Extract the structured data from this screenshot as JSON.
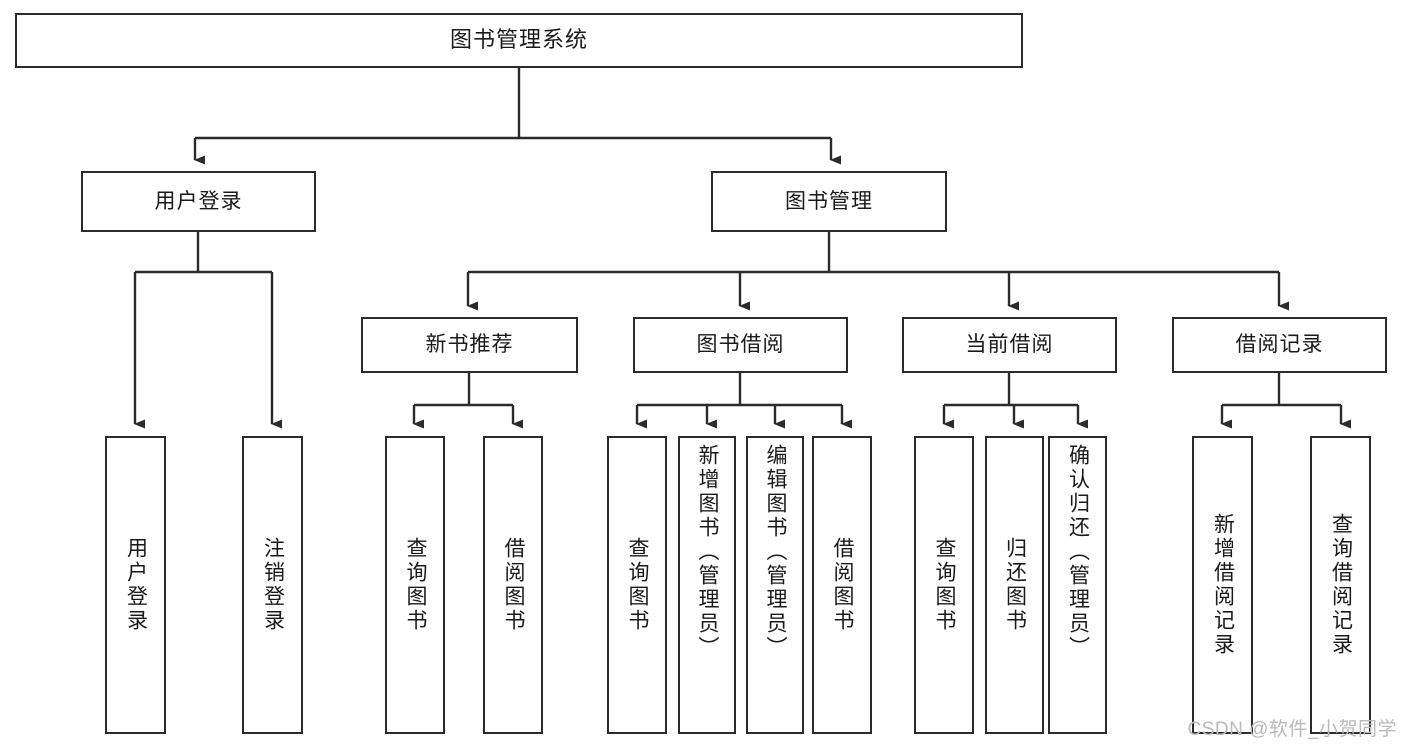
{
  "diagram": {
    "type": "tree",
    "title": "图书管理系统",
    "orientation": "top-down",
    "watermark": "CSDN @软件_小贺同学",
    "colors": {
      "stroke": "#2b2b2b",
      "fill": "#ffffff",
      "text": "#1a1a1a",
      "watermark": "#b9b9b9"
    },
    "root": {
      "label": "图书管理系统"
    },
    "level2": [
      {
        "label": "用户登录"
      },
      {
        "label": "图书管理"
      }
    ],
    "level3": [
      {
        "label": "新书推荐"
      },
      {
        "label": "图书借阅"
      },
      {
        "label": "当前借阅"
      },
      {
        "label": "借阅记录"
      }
    ],
    "leaves": {
      "user_login": [
        {
          "label": "用户登录"
        },
        {
          "label": "注销登录"
        }
      ],
      "new_book": [
        {
          "label": "查询图书"
        },
        {
          "label": "借阅图书"
        }
      ],
      "book_borrow": [
        {
          "label": "查询图书"
        },
        {
          "label": "新增图书（管理员）"
        },
        {
          "label": "编辑图书（管理员）"
        },
        {
          "label": "借阅图书"
        }
      ],
      "current_borrow": [
        {
          "label": "查询图书"
        },
        {
          "label": "归还图书"
        },
        {
          "label": "确认归还（管理员）"
        }
      ],
      "borrow_record": [
        {
          "label": "新增借阅记录"
        },
        {
          "label": "查询借阅记录"
        }
      ]
    }
  }
}
